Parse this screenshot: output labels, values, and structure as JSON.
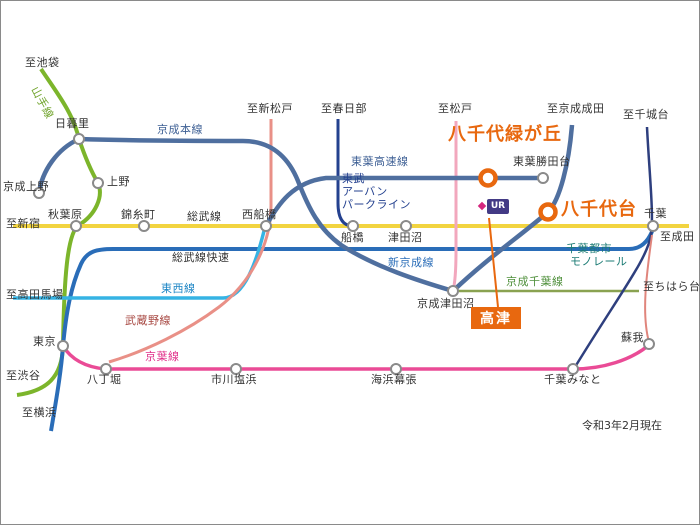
{
  "meta": {
    "note": "令和3年2月現在"
  },
  "accent": {
    "orange": "#e8680f"
  },
  "lines": [
    {
      "name": "山手線",
      "color": "#7cb52b"
    },
    {
      "name": "京成本線",
      "color": "#4f6f9f"
    },
    {
      "name": "東葉高速線",
      "color": "#4f6f9f"
    },
    {
      "name": "総武線",
      "color": "#f2d440"
    },
    {
      "name": "総武線快速",
      "color": "#2a6db8"
    },
    {
      "name": "東西線",
      "color": "#35b3e4"
    },
    {
      "name": "武蔵野線",
      "color": "#e99087"
    },
    {
      "name": "京葉線",
      "color": "#ea4b96"
    },
    {
      "name": "新京成線",
      "color": "#f2a7bd"
    },
    {
      "name": "京成千葉線",
      "color": "#8aa251"
    },
    {
      "name": "千葉都市モノレール",
      "color": "#2e3f7e"
    },
    {
      "name": "東武アーバンパークライン",
      "color": "#24418f"
    },
    {
      "name": "connector",
      "color": "#e0857c"
    }
  ],
  "destinations": {
    "ikebukuro": "至池袋",
    "shinmatsudo": "至新松戸",
    "kasukabe": "至春日部",
    "matsudo": "至松戸",
    "keisei_narita": "至京成成田",
    "chishirodai": "至千城台",
    "shinjuku": "至新宿",
    "narita": "至成田",
    "takadanobaba": "至高田馬場",
    "chiharadai": "至ちはら台",
    "shibuya": "至渋谷",
    "yokohama": "至横浜"
  },
  "line_labels": {
    "yamanote": "山手線",
    "keisei_main": "京成本線",
    "toyo_rapid": "東葉高速線",
    "tobu_1": "東武",
    "tobu_2": "アーバン",
    "tobu_3": "パークライン",
    "sobu": "総武線",
    "sobu_rapid": "総武線快速",
    "shinkeisei": "新京成線",
    "monorail_1": "千葉都市",
    "monorail_2": "モノレール",
    "tozai": "東西線",
    "keisei_chiba": "京成千葉線",
    "musashino": "武蔵野線",
    "keiyo": "京葉線"
  },
  "stations": {
    "keisei_ueno": "京成上野",
    "nippori": "日暮里",
    "ueno": "上野",
    "akihabara": "秋葉原",
    "kinshicho": "錦糸町",
    "nishi_funabashi": "西船橋",
    "funabashi": "船橋",
    "tsudanuma": "津田沼",
    "chiba": "千葉",
    "keisei_tsudanuma": "京成津田沼",
    "tokyo": "東京",
    "hatchobori": "八丁堀",
    "ichikawa_shiohama": "市川塩浜",
    "kaihin_makuhari": "海浜幕張",
    "chiba_minato": "千葉みなと",
    "soga": "蘇我",
    "toyo_katsutadai": "東葉勝田台"
  },
  "highlights": {
    "yachiyo_midorigaoka": "八千代緑が丘",
    "yachiyodai": "八千代台",
    "takatsu": "高津"
  },
  "logo": {
    "ur": "UR"
  }
}
